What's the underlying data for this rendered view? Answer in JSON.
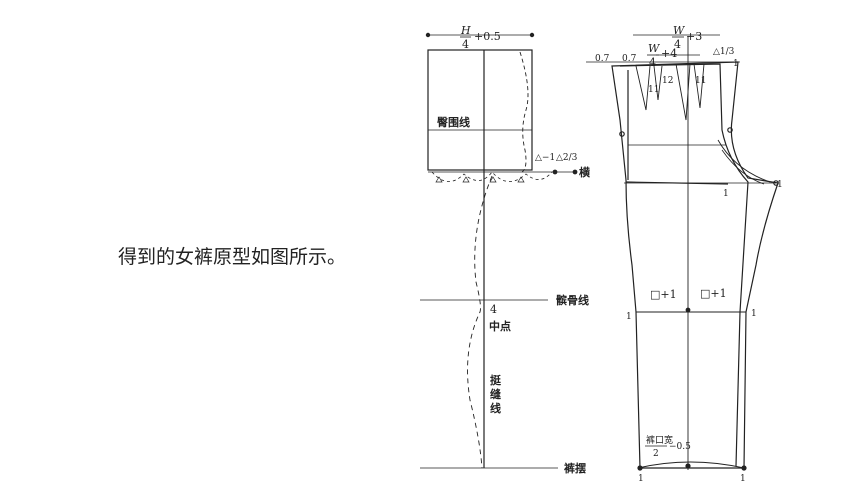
{
  "caption": "得到的女裤原型如图所示。",
  "labels": {
    "hip_formula_H": "H",
    "hip_formula_den": "4",
    "hip_formula_rest": "+0.5",
    "hip_line": "臀围线",
    "delta_minus_1": "△−1",
    "delta_two_thirds": "△2/3",
    "crotch_line": "横",
    "knee_offset": "4",
    "knee_line": "髌骨线",
    "midpoint": "中点",
    "crease_line": "挺缝线",
    "hem_line": "裤摆",
    "waist_w_num": "W",
    "waist_w_den": "4",
    "waist_plus3": "+3",
    "waist2_plus4": "+4",
    "delta_one_third": "△1/3",
    "d07a": "0.7",
    "d07b": "0.7",
    "d1_top": "1",
    "d11a": "11",
    "d12": "12",
    "d11b": "11",
    "d1_crotch_a": "1",
    "d1_crotch_b": "1",
    "knee_sq_left": "□+1",
    "knee_sq_right": "□+1",
    "d1_knee_left": "1",
    "d1_knee_right": "1",
    "hem_width_label": "裤口宽",
    "hem_width_den": "2",
    "hem_width_rest": "−0.5",
    "d1_hem_left": "1",
    "d1_hem_right": "1"
  }
}
